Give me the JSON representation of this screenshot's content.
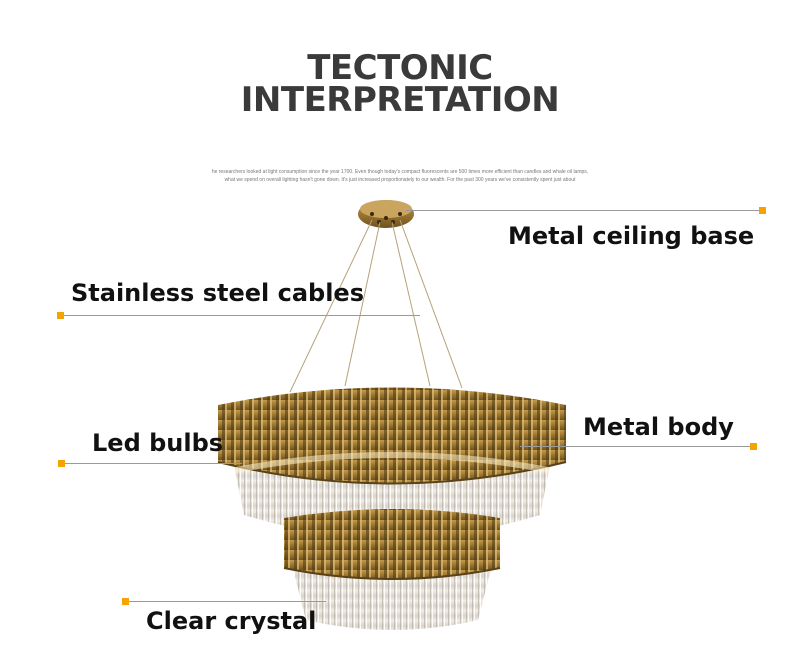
{
  "title": {
    "line1": "TECTONIC",
    "line2": "INTERPRETATION"
  },
  "intro": {
    "line1": "he researchers looked at light consumption since the year 1700. Even though today's compact fluorescents are 500 times more efficient than candles and whale oil lamps,",
    "line2": "what we spend on overall lighting hasn't gone down. It's just increased proportionately to our wealth. For the past 300 years we've consistently spent just about"
  },
  "labels": {
    "ceiling_base": "Metal ceiling base",
    "cables": "Stainless steel cables",
    "led_bulbs": "Led bulbs",
    "metal_body": "Metal body",
    "crystal": "Clear crystal"
  },
  "colors": {
    "accent": "#f5a300",
    "brass": "#a8833a",
    "line": "#9a9a9a",
    "title": "#3a3a3a"
  }
}
